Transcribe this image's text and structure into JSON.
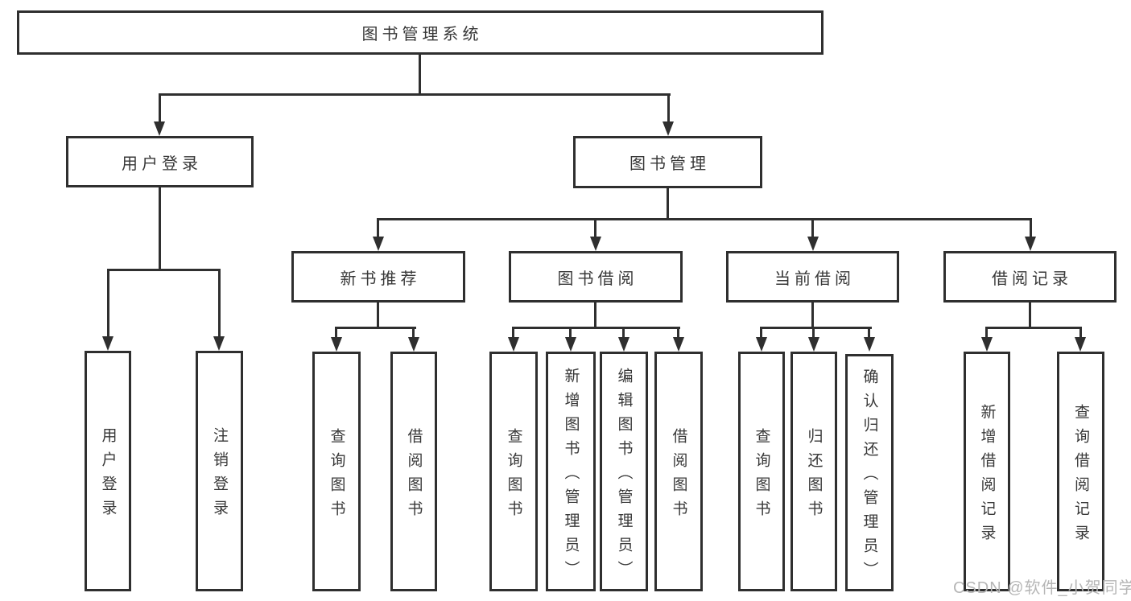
{
  "tree": {
    "label": "图书管理系统",
    "children": [
      {
        "label": "用户登录",
        "children": [
          {
            "label": "用户登录"
          },
          {
            "label": "注销登录"
          }
        ]
      },
      {
        "label": "图书管理",
        "children": [
          {
            "label": "新书推荐",
            "children": [
              {
                "label": "查询图书"
              },
              {
                "label": "借阅图书"
              }
            ]
          },
          {
            "label": "图书借阅",
            "children": [
              {
                "label": "查询图书"
              },
              {
                "label": "新增图书（管理员）"
              },
              {
                "label": "编辑图书（管理员）"
              },
              {
                "label": "借阅图书"
              }
            ]
          },
          {
            "label": "当前借阅",
            "children": [
              {
                "label": "查询图书"
              },
              {
                "label": "归还图书"
              },
              {
                "label": "确认归还（管理员）"
              }
            ]
          },
          {
            "label": "借阅记录",
            "children": [
              {
                "label": "新增借阅记录"
              },
              {
                "label": "查询借阅记录"
              }
            ]
          }
        ]
      }
    ]
  },
  "watermark": {
    "text": "CSDN @软件_小贺同学"
  },
  "colors": {
    "line": "#2f2f2f",
    "text": "#383838",
    "watermark": "#b6b6b6",
    "background": "#ffffff"
  }
}
